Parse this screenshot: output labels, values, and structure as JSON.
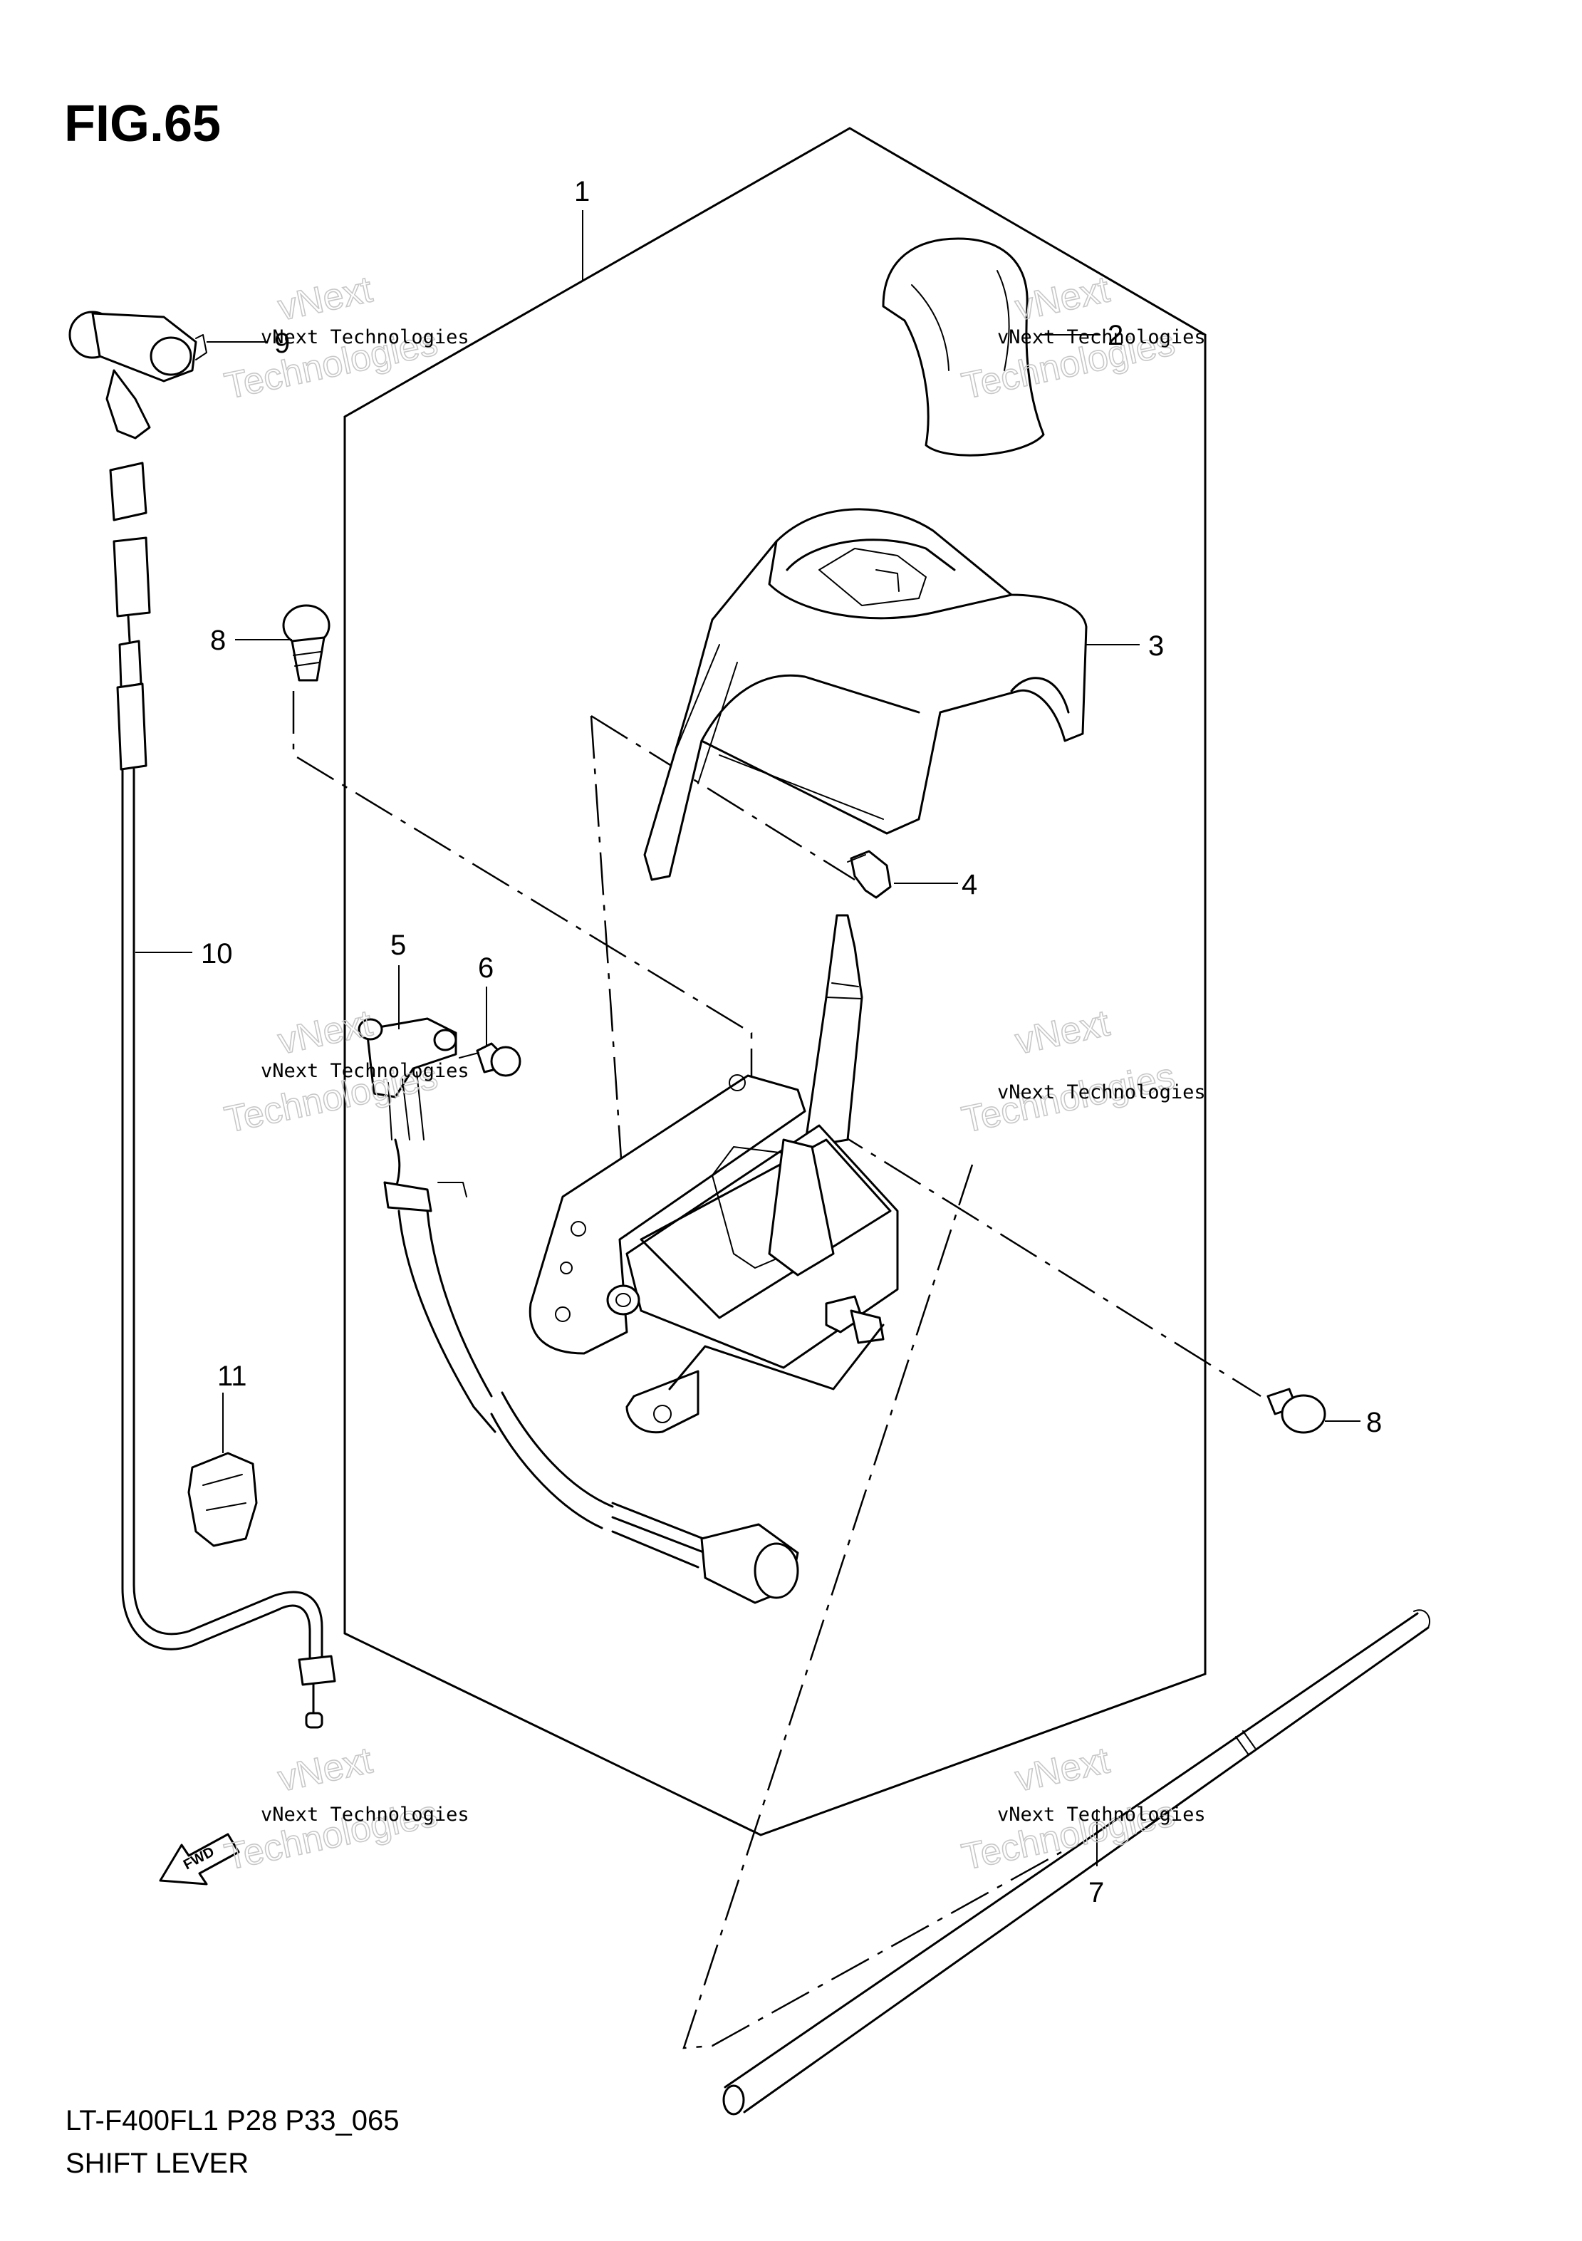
{
  "figure": {
    "title": "FIG.65",
    "code": "LT-F400FL1 P28 P33_065",
    "name": "SHIFT LEVER"
  },
  "callouts": {
    "c1": "1",
    "c2": "2",
    "c3": "3",
    "c4": "4",
    "c5": "5",
    "c6": "6",
    "c7": "7",
    "c8a": "8",
    "c8b": "8",
    "c9": "9",
    "c10": "10",
    "c11": "11"
  },
  "fwd_arrow": {
    "label": "FWD"
  },
  "watermark": {
    "line": "vNext Technologies",
    "word_top": "vNext",
    "word_bottom": "Technologies"
  }
}
